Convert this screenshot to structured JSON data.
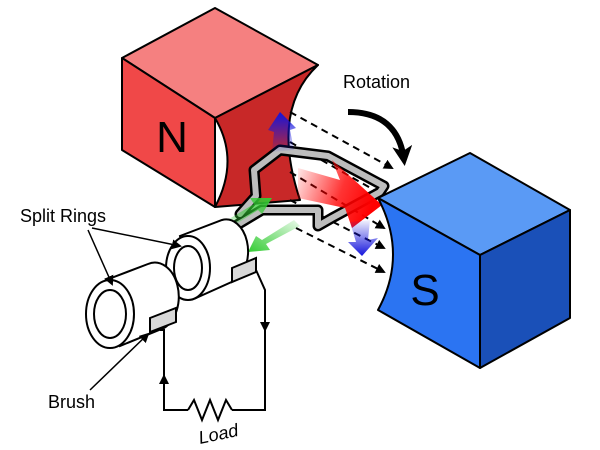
{
  "labels": {
    "north": "N",
    "south": "S",
    "rotation": "Rotation",
    "split_rings": "Split Rings",
    "brush": "Brush",
    "load": "Load"
  },
  "colors": {
    "north_front": "#f04848",
    "north_top": "#f58080",
    "north_side": "#c82828",
    "south_front": "#2b74f2",
    "south_top": "#5a9af5",
    "south_side": "#1a50b8",
    "force_up": "#1414dc",
    "force_red": "#ff0000",
    "current_green": "#33cc33",
    "coil": "#bdbdbd"
  },
  "icons": {
    "rotation_arrow": "curved-arrow",
    "field_lines": "dashed-arrows",
    "load_resistor": "zigzag-resistor"
  }
}
